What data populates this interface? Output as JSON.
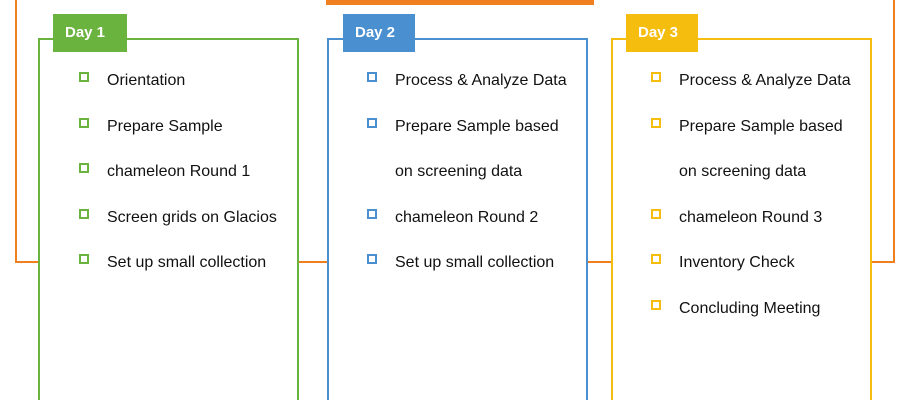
{
  "colors": {
    "connector": "#F0801F",
    "day1": "#6BB33F",
    "day2": "#4A90D0",
    "day3": "#F5BE0F"
  },
  "days": [
    {
      "label": "Day 1",
      "tasks": [
        {
          "lines": [
            "Orientation"
          ]
        },
        {
          "lines": [
            "Prepare Sample"
          ]
        },
        {
          "lines": [
            "chameleon Round 1"
          ]
        },
        {
          "lines": [
            "Screen grids on Glacios"
          ]
        },
        {
          "lines": [
            "Set up small collection"
          ]
        }
      ]
    },
    {
      "label": "Day 2",
      "tasks": [
        {
          "lines": [
            "Process & Analyze Data"
          ]
        },
        {
          "lines": [
            "Prepare Sample based",
            "on screening data"
          ]
        },
        {
          "lines": [
            "chameleon Round 2"
          ]
        },
        {
          "lines": [
            "Set up small collection"
          ]
        }
      ]
    },
    {
      "label": "Day 3",
      "tasks": [
        {
          "lines": [
            "Process & Analyze Data"
          ]
        },
        {
          "lines": [
            "Prepare Sample based",
            "on screening data"
          ]
        },
        {
          "lines": [
            "chameleon Round 3"
          ]
        },
        {
          "lines": [
            "Inventory Check"
          ]
        },
        {
          "lines": [
            "Concluding Meeting"
          ]
        }
      ]
    }
  ]
}
